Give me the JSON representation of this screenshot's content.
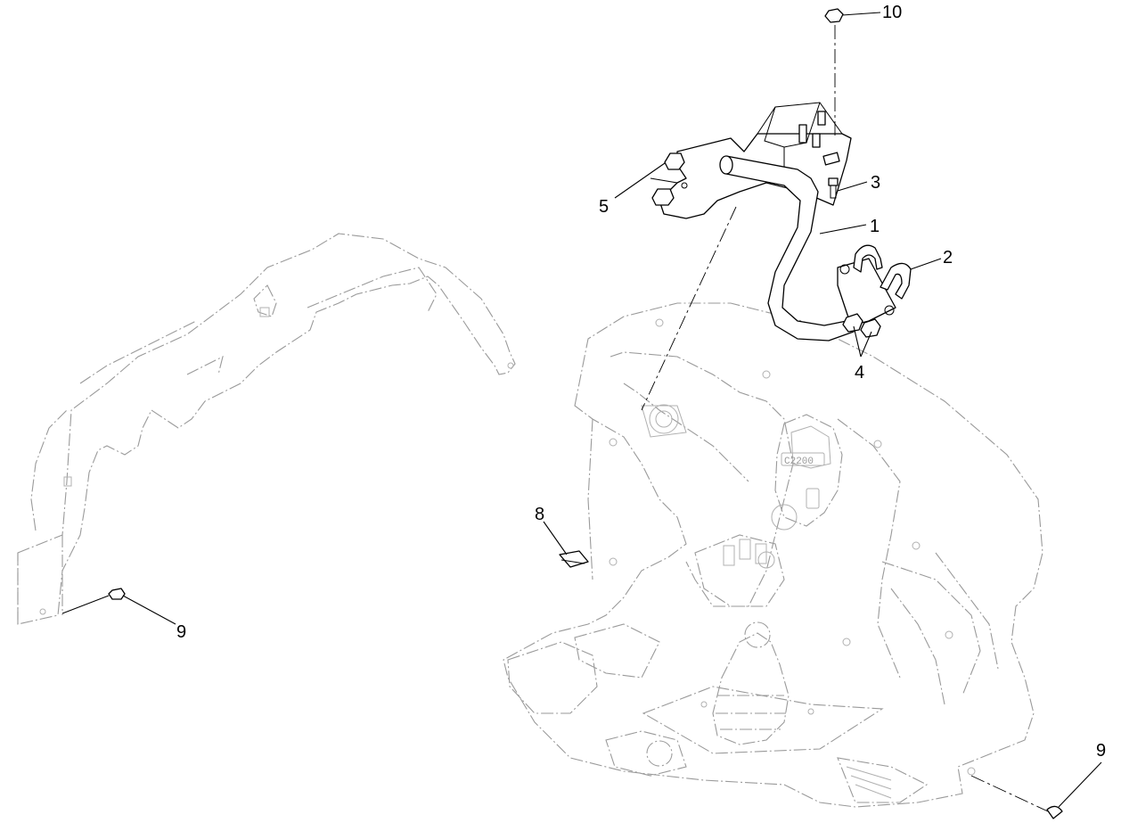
{
  "diagram": {
    "callouts": [
      {
        "id": "c1",
        "label": "1"
      },
      {
        "id": "c2",
        "label": "2"
      },
      {
        "id": "c3",
        "label": "3"
      },
      {
        "id": "c4",
        "label": "4"
      },
      {
        "id": "c5",
        "label": "5"
      },
      {
        "id": "c8",
        "label": "8"
      },
      {
        "id": "c9a",
        "label": "9"
      },
      {
        "id": "c9b",
        "label": "9"
      },
      {
        "id": "c10",
        "label": "10"
      }
    ],
    "display_readout": "C2200"
  }
}
